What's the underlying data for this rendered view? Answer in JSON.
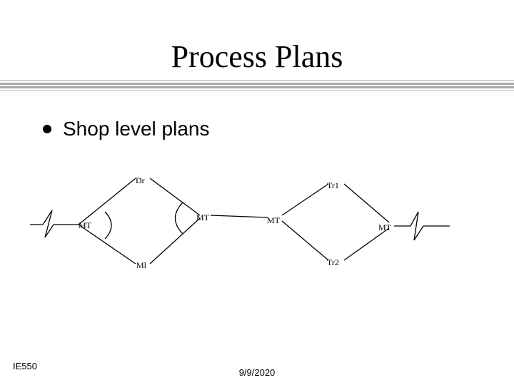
{
  "slide": {
    "title": "Process Plans",
    "bullet": "Shop level plans",
    "footer_left": "IE550",
    "footer_date": "9/9/2020"
  },
  "diagram": {
    "nodes": [
      {
        "id": "MT_left",
        "label": "MT"
      },
      {
        "id": "Dr",
        "label": "Dr"
      },
      {
        "id": "Ml",
        "label": "Ml"
      },
      {
        "id": "MT_mid",
        "label": "MT"
      },
      {
        "id": "MT_center",
        "label": "MT"
      },
      {
        "id": "Tr1",
        "label": "Tr1"
      },
      {
        "id": "Tr2",
        "label": "Tr2"
      },
      {
        "id": "MT_right",
        "label": "MT"
      }
    ]
  },
  "colors": {
    "rule_dark": "#a8a8a8",
    "rule_light": "#d8d8d8",
    "ink": "#000000"
  }
}
